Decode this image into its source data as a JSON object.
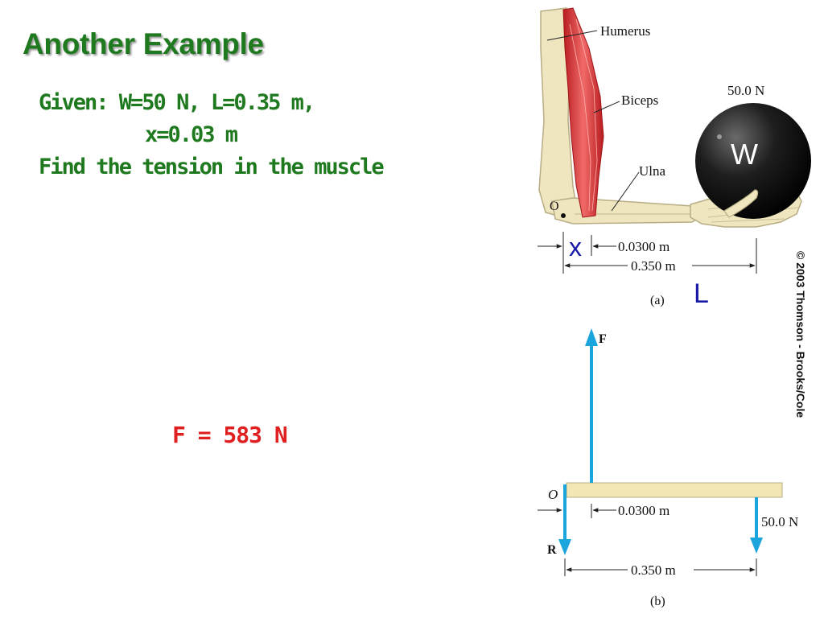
{
  "slide": {
    "title": "Another Example",
    "given_line1": "Given: W=50 N, L=0.35 m,",
    "given_line2": "x=0.03 m",
    "find_line": "Find the tension in the muscle",
    "answer": "F = 583 N"
  },
  "figure_a": {
    "label_humerus": "Humerus",
    "label_biceps": "Biceps",
    "label_ulna": "Ulna",
    "label_pivot": "O",
    "weight_value": "50.0 N",
    "weight_symbol": "W",
    "dim_short": "0.0300 m",
    "dim_long": "0.350 m",
    "symbol_x": "x",
    "symbol_L": "L",
    "caption": "(a)"
  },
  "figure_b": {
    "label_F": "F",
    "label_O": "O",
    "label_R": "R",
    "dim_short": "0.0300 m",
    "weight_value": "50.0 N",
    "dim_long": "0.350 m",
    "caption": "(b)"
  },
  "copyright": "© 2003 Thomson - Brooks/Cole",
  "colors": {
    "title_green": "#1f7a1f",
    "answer_red": "#e02020",
    "symbol_blue": "#1a1aa8",
    "vector_cyan": "#1aa6dc",
    "bone": "#efe6c0",
    "muscle": "#d8262a"
  }
}
